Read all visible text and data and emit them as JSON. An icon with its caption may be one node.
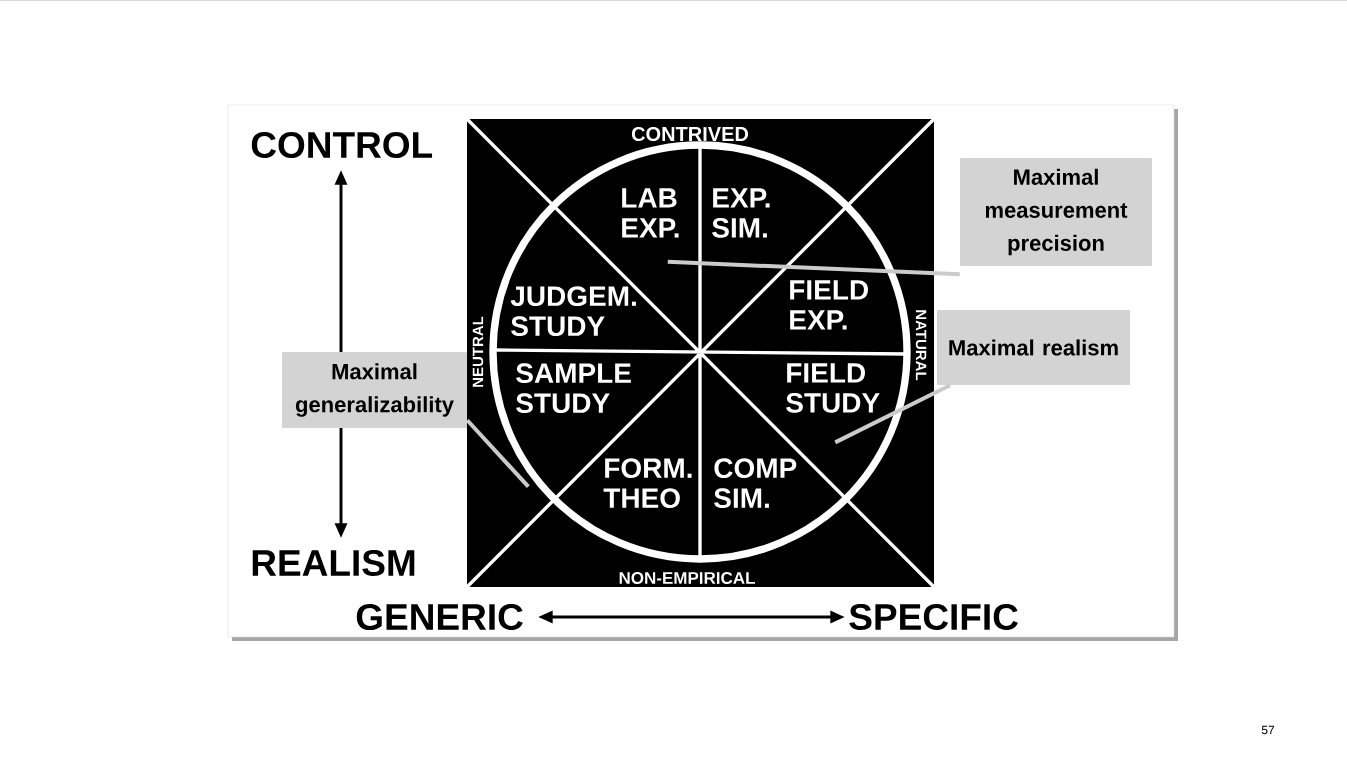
{
  "diagram": {
    "nodes": [
      {
        "text": [
          "LAB EXP."
        ]
      },
      {
        "text": [
          "EXP. SIM."
        ]
      },
      {
        "text": [
          "Maximal measurement precision"
        ]
      },
      {
        "text": [
          "JUDGEM. STUDY"
        ]
      },
      {
        "text": [
          "FIELD EXP."
        ]
      },
      {
        "text": [
          "Maximal realism"
        ]
      },
      {
        "text": [
          "Maximal generalizability"
        ]
      },
      {
        "text": [
          "SAMPLE STUDY"
        ]
      },
      {
        "text": [
          "FIELD STUDY"
        ]
      },
      {
        "text": [
          "FORM. THEO"
        ]
      },
      {
        "text": [
          "COMP SIM."
        ]
      }
    ],
    "edges": [
      {
        "from": 2,
        "to": 0,
        "arrow": "none"
      },
      {
        "from": 5,
        "to": 8,
        "arrow": "none"
      },
      {
        "from": 6,
        "to": 7,
        "arrow": "none"
      }
    ],
    "labels": [
      "CONTROL",
      "CONTRIVED",
      "NEUTRAL",
      "NATURAL",
      "REALISM",
      "NON-EMPIRICAL",
      "GENERIC",
      "SPECIFIC",
      "57"
    ]
  }
}
